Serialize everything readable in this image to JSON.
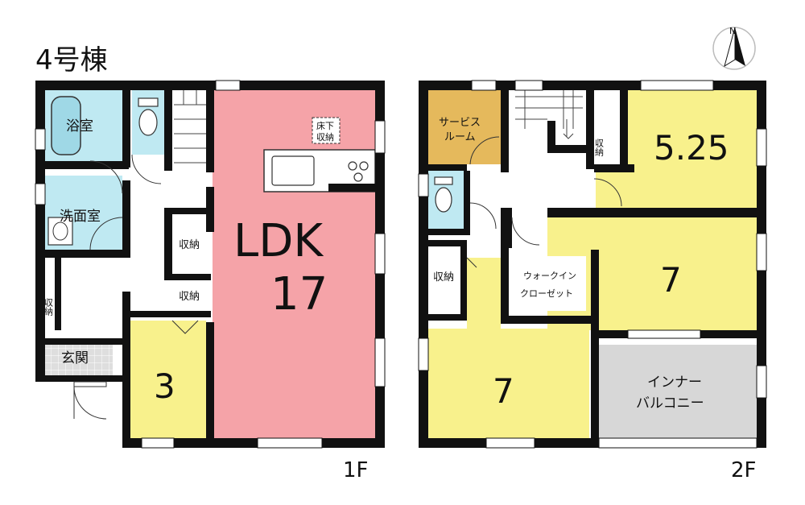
{
  "building_label": "4号棟",
  "floors": [
    {
      "label": "1F",
      "rooms": {
        "bath": "浴室",
        "washroom": "洗面室",
        "storage_tall": "収納",
        "storage_1": "収納",
        "storage_2": "収納",
        "entrance": "玄関",
        "underfloor_line1": "床下",
        "underfloor_line2": "収納",
        "room_3_size": "3",
        "ldk_name": "LDK",
        "ldk_size": "17"
      }
    },
    {
      "label": "2F",
      "rooms": {
        "service_line1": "サービス",
        "service_line2": "ルーム",
        "storage_tall": "収納",
        "storage_left": "収納",
        "room_525_size": "5.25",
        "walkin_line1": "ウォークイン",
        "walkin_line2": "クローゼット",
        "room_7a_size": "7",
        "room_7b_size": "7",
        "balcony_line1": "インナー",
        "balcony_line2": "バルコニー"
      }
    }
  ],
  "compass": {
    "label": "N"
  },
  "colors": {
    "ldk": "#f5a3a8",
    "bedroom": "#f8f18c",
    "wet_area": "#bfe9f2",
    "service_room": "#e5b95c",
    "balcony": "#d7d7d7",
    "entrance": "#d3d3d3",
    "wall": "#111111"
  }
}
